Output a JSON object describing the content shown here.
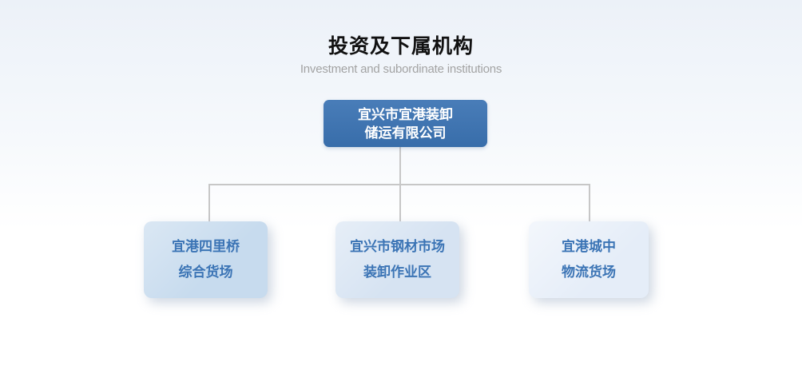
{
  "page": {
    "title": "投资及下属机构",
    "subtitle": "Investment and subordinate institutions"
  },
  "org_chart": {
    "type": "org-tree",
    "root": {
      "label_line1": "宜兴市宜港装卸",
      "label_line2": "储运有限公司"
    },
    "children": [
      {
        "label_line1": "宜港四里桥",
        "label_line2": "综合货场"
      },
      {
        "label_line1": "宜兴市钢材市场",
        "label_line2": "装卸作业区"
      },
      {
        "label_line1": "宜港城中",
        "label_line2": "物流货场"
      }
    ]
  },
  "colors": {
    "title_text": "#111111",
    "subtitle_text": "#a3a3a3",
    "connector": "#c7c7c7",
    "root_box_bg": "#3b73b3",
    "root_box_text": "#ffffff",
    "child_box_text": "#3b74b5",
    "child_box_bg_left": "#c7dbee",
    "child_box_bg_middle": "#d6e3f2",
    "child_box_bg_right": "#e5edf8"
  }
}
